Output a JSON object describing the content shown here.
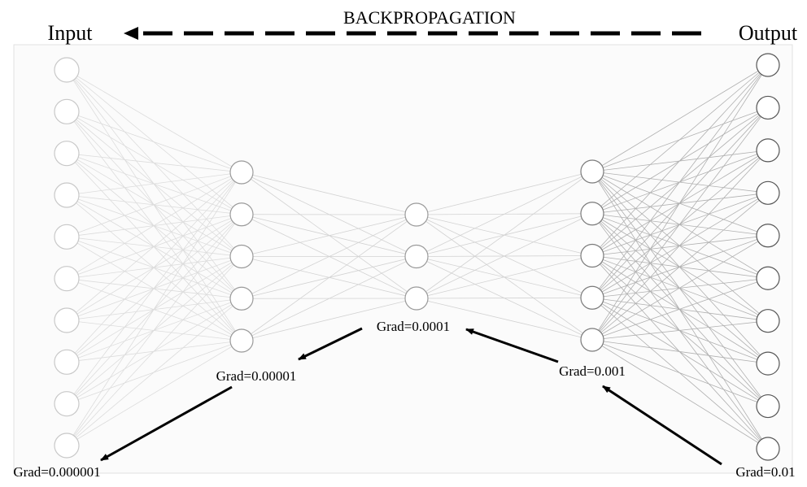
{
  "diagram": {
    "title": "BACKPROPAGATION",
    "input_label": "Input",
    "output_label": "Output",
    "layers": [
      {
        "name": "input",
        "nodes": 10
      },
      {
        "name": "hidden-1",
        "nodes": 5
      },
      {
        "name": "bottleneck",
        "nodes": 3
      },
      {
        "name": "hidden-3",
        "nodes": 5
      },
      {
        "name": "output",
        "nodes": 10
      }
    ],
    "gradients": {
      "output": "Grad=0.01",
      "hidden_3": "Grad=0.001",
      "bottleneck": "Grad=0.0001",
      "hidden_1": "Grad=0.00001",
      "input": "Grad=0.000001"
    },
    "colors": {
      "node_input": "#c8c8c8",
      "node_hidden_1": "#9a9a9a",
      "node_bottleneck": "#9a9a9a",
      "node_hidden_3": "#7a7a7a",
      "node_output": "#555555",
      "conn_left": "#dcdcdc",
      "conn_middle": "#d2d2d2",
      "conn_right": "#b0b0b0",
      "arrow": "#000000"
    },
    "icons": {
      "backprop_arrow": "dashed-left-arrow-icon",
      "gradient_arrow": "arrow-icon"
    }
  }
}
